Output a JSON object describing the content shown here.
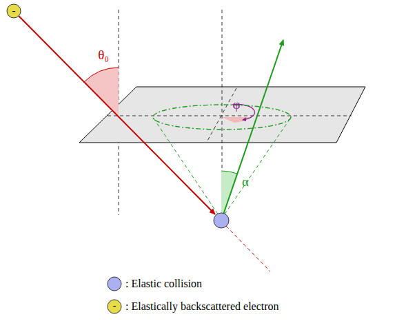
{
  "diagram": {
    "labels": [
      "-",
      "θ₀",
      "φ",
      "α",
      "-"
    ],
    "legend": [
      {
        "text": ": Elastic collision",
        "color": "#aab0f0"
      },
      {
        "text": ": Elastically backscattered electron",
        "color": "#e6dc4a"
      }
    ]
  }
}
